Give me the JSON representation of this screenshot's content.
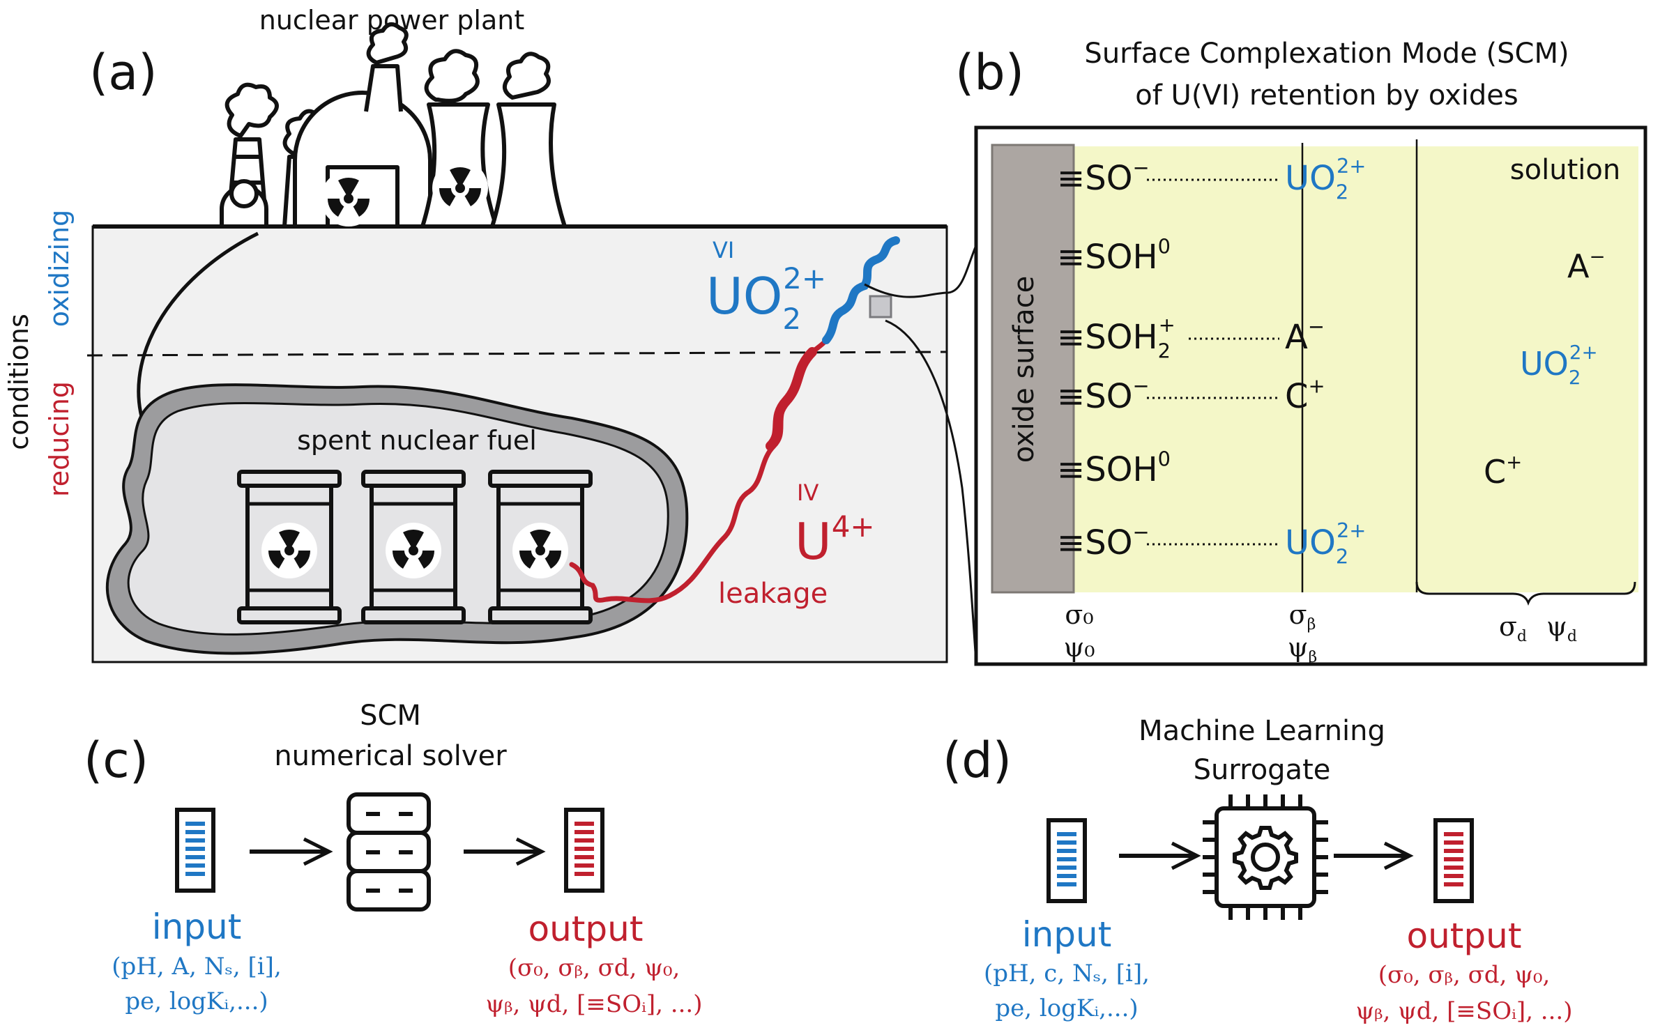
{
  "colors": {
    "blue": "#1f77c4",
    "red": "#c0202e",
    "black": "#111111",
    "ground": "#f1f1f1",
    "fuel": "#e4e4e6",
    "halo": "#9c9c9e",
    "solution": "#f4f7c8",
    "oxide": "#aca6a2"
  },
  "panel_a": {
    "label": "(a)",
    "plant_label": "nuclear power plant",
    "conditions": "conditions",
    "oxidizing": "oxidizing",
    "reducing": "reducing",
    "fuel_label": "spent nuclear fuel",
    "vi": "VI",
    "uo2": "UO",
    "sub2": "2",
    "sup2plus": "2+",
    "iv": "IV",
    "u": "U",
    "sup4plus": "4+",
    "leakage": "leakage"
  },
  "panel_b": {
    "label": "(b)",
    "title_line1": "Surface Complexation Mode (SCM)",
    "title_line2": "of U(VI) retention by oxides",
    "oxide_surface": "oxide surface",
    "solution": "solution",
    "species_left": [
      {
        "base": "≡SO",
        "sup": "−",
        "sub": ""
      },
      {
        "base": "≡SOH",
        "sup": "0",
        "sub": ""
      },
      {
        "base": "≡SOH",
        "sup": "+",
        "sub": "2"
      },
      {
        "base": "≡SO",
        "sup": "−",
        "sub": ""
      },
      {
        "base": "≡SOH",
        "sup": "0",
        "sub": ""
      },
      {
        "base": "≡SO",
        "sup": "−",
        "sub": ""
      }
    ],
    "species_mid": [
      {
        "base": "UO",
        "sup": "2+",
        "sub": "2"
      },
      {
        "base": "A",
        "sup": "−",
        "sub": ""
      },
      {
        "base": "C",
        "sup": "+",
        "sub": ""
      },
      {
        "base": "UO",
        "sup": "2+",
        "sub": "2"
      }
    ],
    "species_right": [
      {
        "base": "A",
        "sup": "−",
        "sub": ""
      },
      {
        "base": "UO",
        "sup": "2+",
        "sub": "2"
      },
      {
        "base": "C",
        "sup": "+",
        "sub": ""
      }
    ],
    "sigma0": "σ₀",
    "psi0": "ψ₀",
    "sigmab": "σ",
    "psib": "ψ",
    "beta": "β",
    "sigmad": "σ",
    "psid": "ψ",
    "d": "d"
  },
  "panel_c": {
    "label": "(c)",
    "title_line1": "SCM",
    "title_line2": "numerical solver",
    "input": "input",
    "input_params_1": "(pH, A, Nₛ, [i],",
    "input_params_2": "pe, logKᵢ,...)",
    "output": "output",
    "output_params_1": "(σ₀, σᵦ, σd, ψ₀,",
    "output_params_2": "ψᵦ, ψd, [≡SOᵢ], ...)"
  },
  "panel_d": {
    "label": "(d)",
    "title_line1": "Machine Learning",
    "title_line2": "Surrogate",
    "input": "input",
    "input_params_1": "(pH, c, Nₛ, [i],",
    "input_params_2": "pe, logKᵢ,...)",
    "output": "output",
    "output_params_1": "(σ₀, σᵦ, σd, ψ₀,",
    "output_params_2": "ψᵦ, ψd, [≡SOᵢ], ...)"
  }
}
